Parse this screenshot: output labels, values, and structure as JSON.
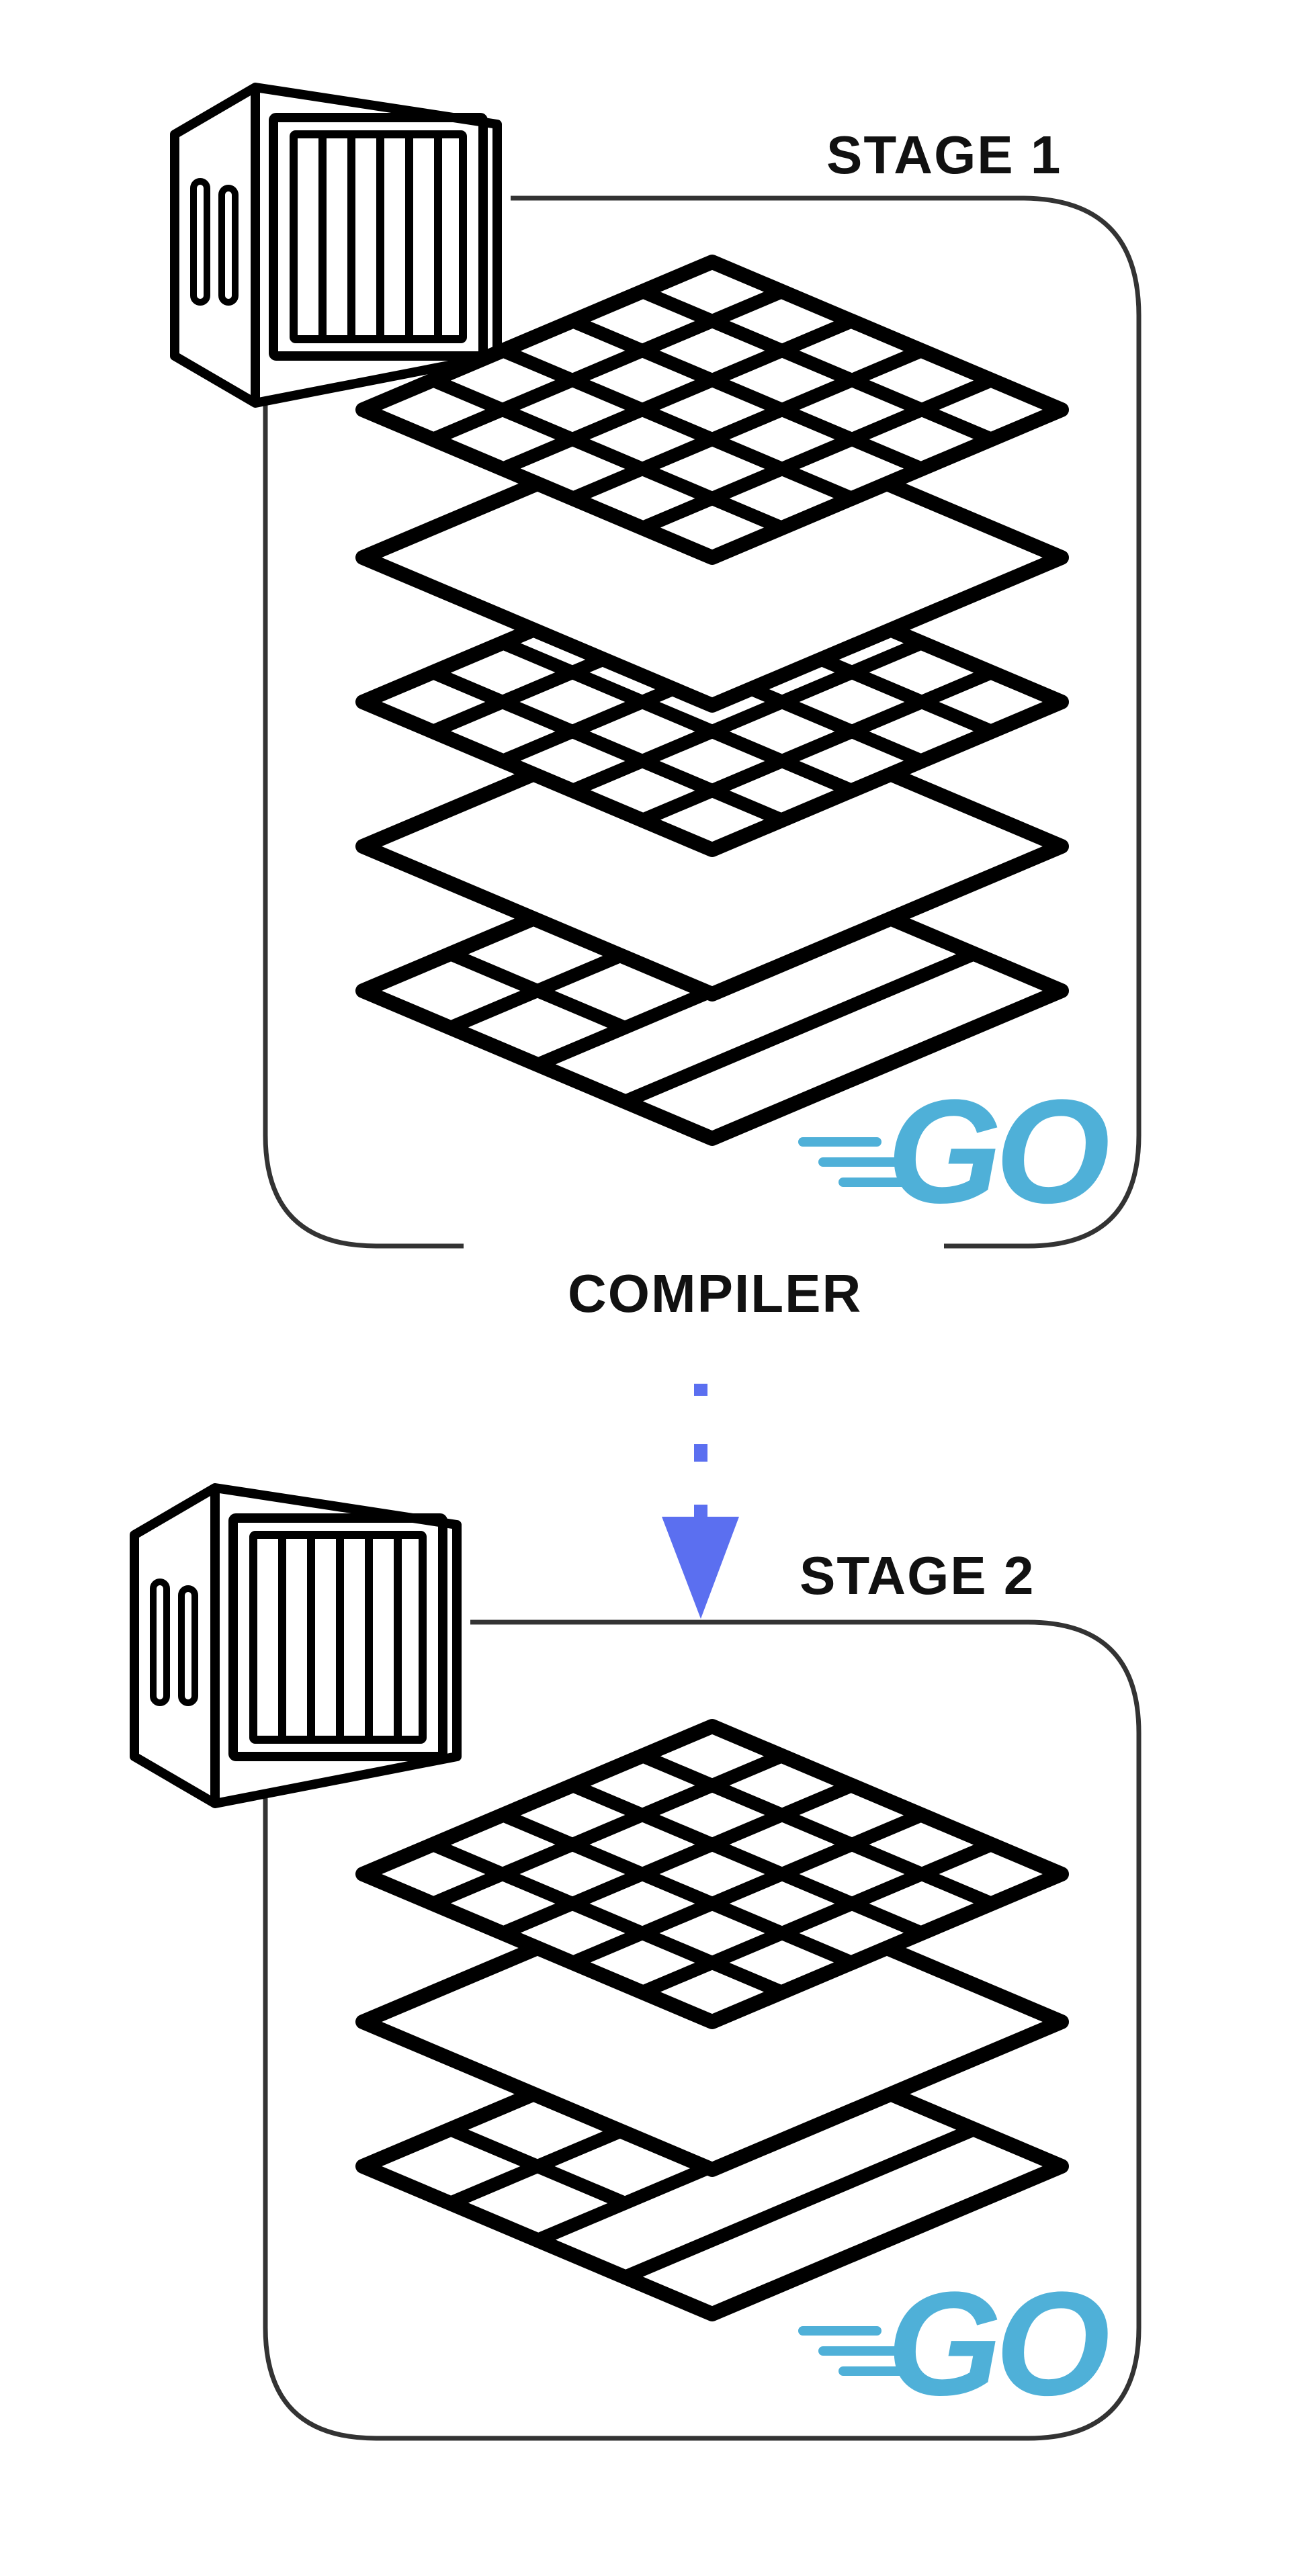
{
  "stage1": {
    "label": "STAGE 1",
    "logo_text": "GO"
  },
  "compiler": {
    "label": "COMPILER"
  },
  "stage2": {
    "label": "STAGE 2",
    "logo_text": "GO"
  },
  "colors": {
    "ink": "#000000",
    "frame": "#333333",
    "go_blue": "#4fb0d8",
    "arrow_blue": "#5b6ff0"
  },
  "icons": [
    "container-icon",
    "layer-stack-icon",
    "go-logo-icon",
    "dotted-arrow-icon"
  ]
}
